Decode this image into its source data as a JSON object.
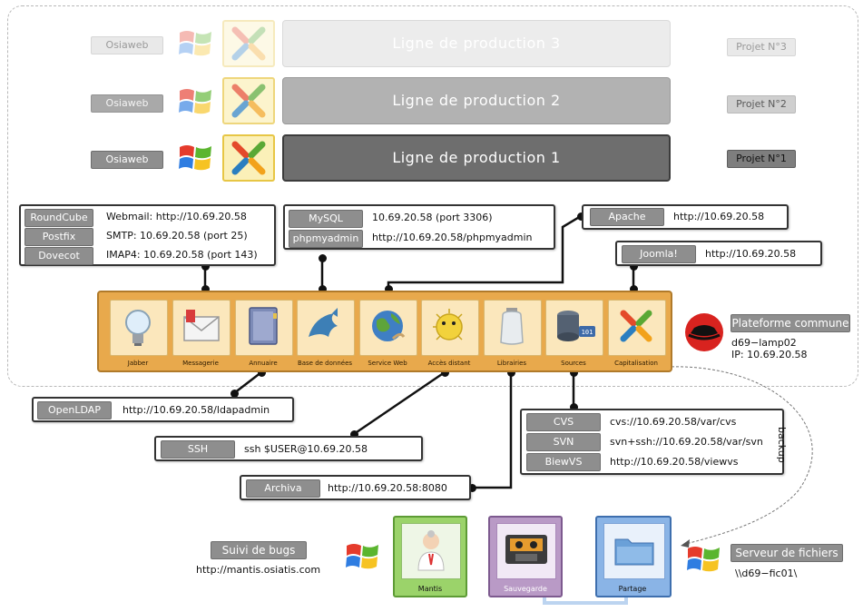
{
  "production_lines": [
    {
      "label": "Ligne de production 3",
      "company": "Osiaweb",
      "project": "Projet N°3"
    },
    {
      "label": "Ligne de production 2",
      "company": "Osiaweb",
      "project": "Projet N°2"
    },
    {
      "label": "Ligne de production 1",
      "company": "Osiaweb",
      "project": "Projet N°1"
    }
  ],
  "mail_box": {
    "rows": [
      {
        "tag": "RoundCube",
        "value": "Webmail: http://10.69.20.58"
      },
      {
        "tag": "Postfix",
        "value": "SMTP: 10.69.20.58 (port 25)"
      },
      {
        "tag": "Dovecot",
        "value": "IMAP4: 10.69.20.58 (port 143)"
      }
    ]
  },
  "db_box": {
    "rows": [
      {
        "tag": "MySQL",
        "value": "10.69.20.58 (port 3306)"
      },
      {
        "tag": "phpmyadmin",
        "value": "http://10.69.20.58/phpmyadmin"
      }
    ]
  },
  "apache_box": {
    "tag": "Apache",
    "value": "http://10.69.20.58"
  },
  "joomla_box": {
    "tag": "Joomla!",
    "value": "http://10.69.20.58"
  },
  "platform": {
    "services": [
      "Jabber",
      "Messagerie",
      "Annuaire",
      "Base de données",
      "Service Web",
      "Accès distant",
      "Librairies",
      "Sources",
      "Capitalisation"
    ],
    "title": "Plateforme commune",
    "host": "d69−lamp02",
    "ip": "IP: 10.69.20.58"
  },
  "openldap_box": {
    "tag": "OpenLDAP",
    "value": "http://10.69.20.58/ldapadmin"
  },
  "ssh_box": {
    "tag": "SSH",
    "value": "ssh $USER@10.69.20.58"
  },
  "archiva_box": {
    "tag": "Archiva",
    "value": "http://10.69.20.58:8080"
  },
  "sources_box": {
    "rows": [
      {
        "tag": "CVS",
        "value": "cvs://10.69.20.58/var/cvs"
      },
      {
        "tag": "SVN",
        "value": "svn+ssh://10.69.20.58/var/svn"
      },
      {
        "tag": "BiewVS",
        "value": "http://10.69.20.58/viewvs"
      }
    ]
  },
  "backup_label": "backup",
  "bugs": {
    "tag": "Suivi de bugs",
    "url": "http://mantis.osiatis.com"
  },
  "fileserver": {
    "tag": "Serveur de fichiers",
    "path": "\\\\d69−fic01\\"
  },
  "servers": [
    {
      "label": "Mantis",
      "color": "#9bd36a"
    },
    {
      "label": "Sauvegarde",
      "color": "#b99ac6"
    },
    {
      "label": "Partage",
      "color": "#8ab4e6"
    }
  ]
}
